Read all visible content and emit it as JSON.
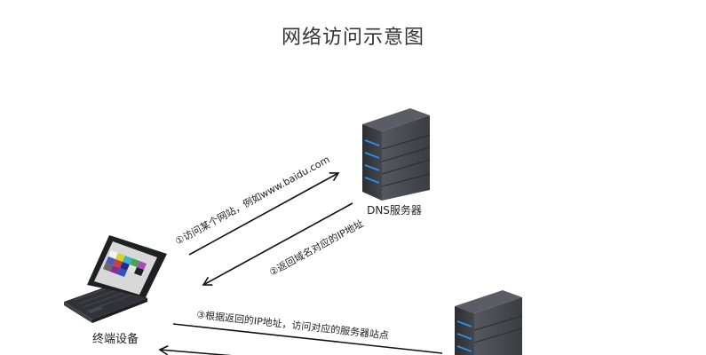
{
  "title": "网络访问示意图",
  "nodes": {
    "terminal": {
      "label": "终端设备"
    },
    "dns": {
      "label": "DNS服务器"
    }
  },
  "steps": [
    {
      "text": "①访问某个网站，例如www.baidu.com"
    },
    {
      "text": "②返回域名对应的IP地址"
    },
    {
      "text": "③根据返回的IP地址，访问对应的服务器站点"
    }
  ],
  "colors": {
    "server_body": "#3a3d42",
    "server_led": "#2f8fe0",
    "arrow": "#111111",
    "text": "#222222"
  }
}
